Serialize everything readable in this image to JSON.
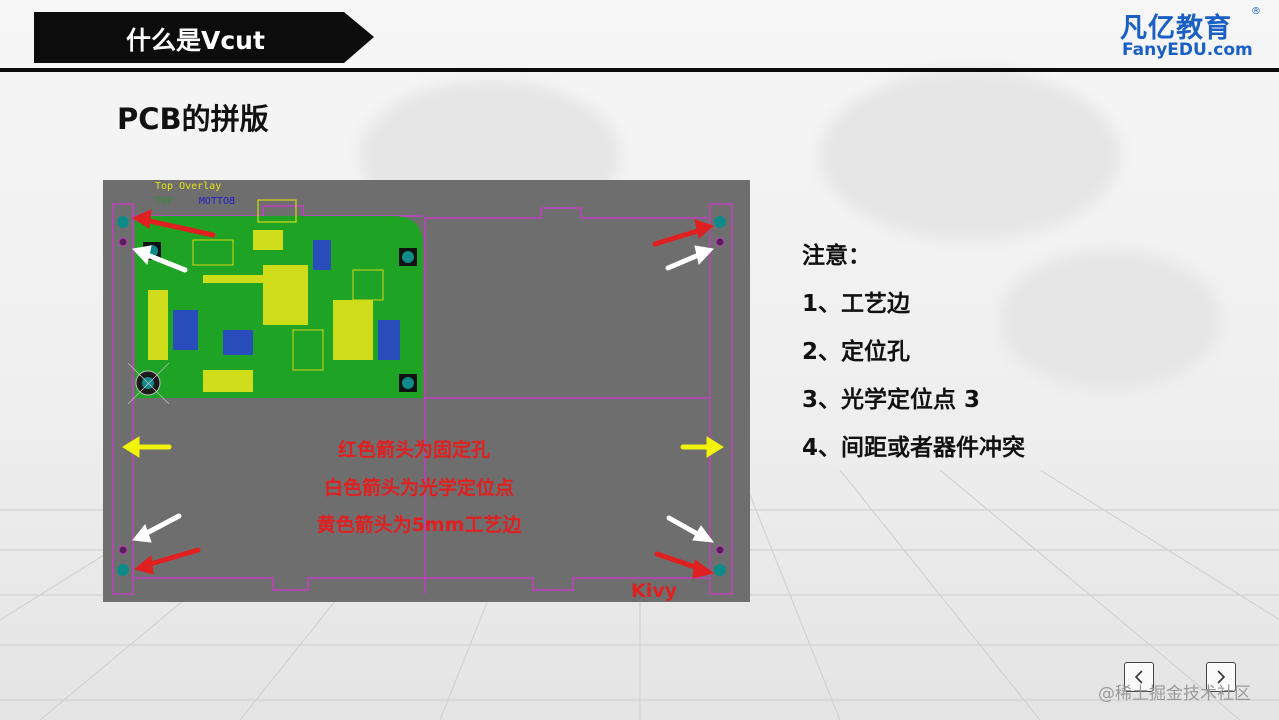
{
  "header": {
    "title": "什么是Vcut"
  },
  "logo": {
    "cn": "凡亿教育",
    "registered": "®",
    "en": "FanyEDU.com"
  },
  "subtitle": "PCB的拼版",
  "pcb_image": {
    "layer_top_overlay": "Top Overlay",
    "layer_top": "TOP",
    "layer_bottom": "BOTTOM",
    "caption_lines": [
      "红色箭头为固定孔",
      "白色箭头为光学定位点",
      "黄色箭头为5mm工艺边"
    ],
    "author_mark": "Kivy",
    "colors": {
      "background": "#6e6e6e",
      "board_green": "#1fa324",
      "outline_magenta": "#c23fc2",
      "red_arrow": "#e02020",
      "white_arrow": "#ffffff",
      "yellow_arrow": "#f2f20a"
    }
  },
  "notes": {
    "heading": "注意：",
    "items": [
      "1、工艺边",
      "2、定位孔",
      "3、光学定位点 3",
      "4、间距或者器件冲突"
    ]
  },
  "nav": {
    "prev_icon": "chevron-left-icon",
    "next_icon": "chevron-right-icon"
  },
  "watermark": "@稀土掘金技术社区"
}
